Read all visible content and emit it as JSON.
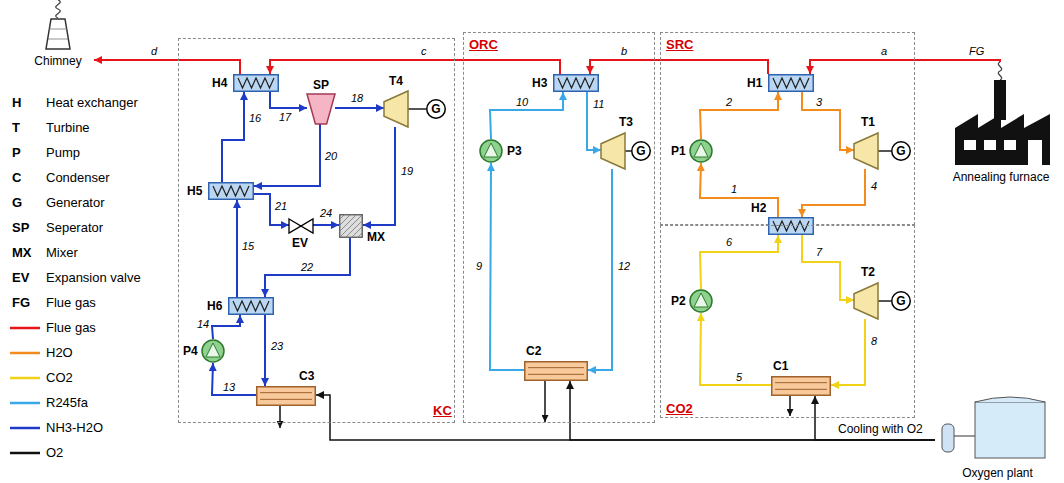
{
  "diagram": {
    "nodes": [
      {
        "text": [
          "Chimney"
        ]
      },
      {
        "text": [
          "KC"
        ]
      },
      {
        "text": [
          "H4"
        ],
        "in": 1
      },
      {
        "text": [
          "T4"
        ],
        "in": 1
      },
      {
        "text": [
          "G"
        ],
        "in": 1
      },
      {
        "text": [
          "SP"
        ],
        "in": 1
      },
      {
        "text": [
          "H5"
        ],
        "in": 1
      },
      {
        "text": [
          "EV"
        ],
        "in": 1
      },
      {
        "text": [
          "MX"
        ],
        "in": 1
      },
      {
        "text": [
          "H6"
        ],
        "in": 1
      },
      {
        "text": [
          "P4"
        ],
        "in": 1
      },
      {
        "text": [
          "C3"
        ],
        "in": 1
      },
      {
        "text": [
          "ORC"
        ]
      },
      {
        "text": [
          "H3"
        ],
        "in": 12
      },
      {
        "text": [
          "T3"
        ],
        "in": 12
      },
      {
        "text": [
          "G"
        ],
        "in": 12
      },
      {
        "text": [
          "P3"
        ],
        "in": 12
      },
      {
        "text": [
          "C2"
        ],
        "in": 12
      },
      {
        "text": [
          "SRC"
        ]
      },
      {
        "text": [
          "H1"
        ],
        "in": 18
      },
      {
        "text": [
          "T1"
        ],
        "in": 18
      },
      {
        "text": [
          "G"
        ],
        "in": 18
      },
      {
        "text": [
          "P1"
        ],
        "in": 18
      },
      {
        "text": [
          "H2"
        ],
        "in": 18
      },
      {
        "text": [
          "CO2"
        ]
      },
      {
        "text": [
          "T2"
        ],
        "in": 24
      },
      {
        "text": [
          "G"
        ],
        "in": 24
      },
      {
        "text": [
          "P2"
        ],
        "in": 24
      },
      {
        "text": [
          "C1"
        ],
        "in": 24
      },
      {
        "text": [
          "Annealing furnace"
        ]
      },
      {
        "text": [
          "Oxygen plant"
        ]
      }
    ],
    "edges": [
      {
        "from": 29,
        "to": 19,
        "label": "a",
        "arrow": "to"
      },
      {
        "from": 19,
        "to": 13,
        "label": "b",
        "arrow": "to"
      },
      {
        "from": 13,
        "to": 2,
        "label": "c",
        "arrow": "to"
      },
      {
        "from": 2,
        "to": 0,
        "label": "d",
        "arrow": "to"
      },
      {
        "from": 22,
        "to": 19,
        "label": "2",
        "arrow": "to"
      },
      {
        "from": 19,
        "to": 20,
        "label": "3",
        "arrow": "to"
      },
      {
        "from": 20,
        "to": 23,
        "label": "4",
        "arrow": "to"
      },
      {
        "from": 23,
        "to": 22,
        "label": "1",
        "arrow": "to"
      },
      {
        "from": 20,
        "to": 21,
        "arrow": "none"
      },
      {
        "from": 27,
        "to": 23,
        "label": "6",
        "arrow": "to"
      },
      {
        "from": 23,
        "to": 25,
        "label": "7",
        "arrow": "to"
      },
      {
        "from": 25,
        "to": 28,
        "label": "8",
        "arrow": "to"
      },
      {
        "from": 28,
        "to": 27,
        "label": "5",
        "arrow": "to"
      },
      {
        "from": 25,
        "to": 26,
        "arrow": "none"
      },
      {
        "from": 16,
        "to": 13,
        "label": "10",
        "arrow": "to"
      },
      {
        "from": 13,
        "to": 14,
        "label": "11",
        "arrow": "to"
      },
      {
        "from": 14,
        "to": 17,
        "label": "12",
        "arrow": "to"
      },
      {
        "from": 17,
        "to": 16,
        "label": "9",
        "arrow": "to"
      },
      {
        "from": 14,
        "to": 15,
        "arrow": "none"
      },
      {
        "from": 10,
        "to": 9,
        "label": "14",
        "arrow": "to"
      },
      {
        "from": 9,
        "to": 6,
        "label": "15",
        "arrow": "to"
      },
      {
        "from": 6,
        "to": 2,
        "label": "16",
        "arrow": "to"
      },
      {
        "from": 2,
        "to": 5,
        "label": "17",
        "arrow": "to"
      },
      {
        "from": 5,
        "to": 3,
        "label": "18",
        "arrow": "to"
      },
      {
        "from": 3,
        "to": 8,
        "label": "19",
        "arrow": "to"
      },
      {
        "from": 5,
        "to": 6,
        "label": "20",
        "arrow": "to"
      },
      {
        "from": 6,
        "to": 7,
        "label": "21",
        "arrow": "to"
      },
      {
        "from": 7,
        "to": 8,
        "label": "24",
        "arrow": "to"
      },
      {
        "from": 8,
        "to": 9,
        "label": "22",
        "arrow": "to"
      },
      {
        "from": 9,
        "to": 11,
        "label": "23",
        "arrow": "to"
      },
      {
        "from": 11,
        "to": 10,
        "label": "13",
        "arrow": "to"
      },
      {
        "from": 3,
        "to": 4,
        "arrow": "none"
      },
      {
        "from": 30,
        "to": 28,
        "arrow": "to"
      },
      {
        "from": 30,
        "to": 17,
        "arrow": "to"
      },
      {
        "from": 30,
        "to": 11,
        "arrow": "to"
      }
    ],
    "labels": [
      "H",
      "Heat exchanger",
      "T",
      "Turbine",
      "P",
      "Pump",
      "C",
      "Condenser",
      "G",
      "Generator",
      "SP",
      "Seperator",
      "MX",
      "Mixer",
      "EV",
      "Expansion valve",
      "FG",
      "Flue gas",
      "FG",
      "Cooling with O2"
    ],
    "legend": [
      {
        "text": "Flue gas"
      },
      {
        "text": "H2O"
      },
      {
        "text": "CO2"
      },
      {
        "text": "R245fa"
      },
      {
        "text": "NH3-H2O"
      },
      {
        "text": "O2"
      }
    ]
  }
}
